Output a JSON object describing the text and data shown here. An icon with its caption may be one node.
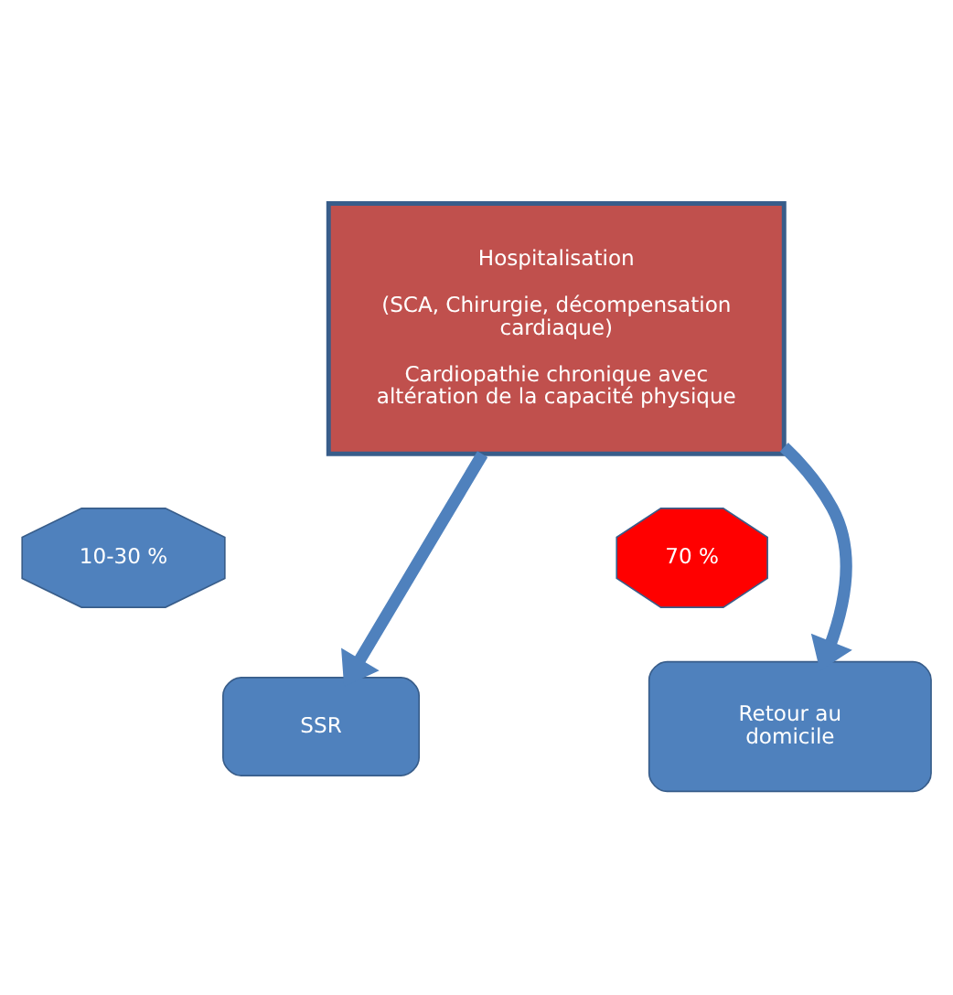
{
  "diagram": {
    "nodes": [
      {
        "text": [
          "Hospitalisation",
          "(SCA, Chirurgie, décompensation cardiaque)",
          "Cardiopathie chronique avec altération de la capacité physique"
        ]
      },
      {
        "text": [
          "10-30 %"
        ]
      },
      {
        "text": [
          "70 %"
        ]
      },
      {
        "text": [
          "SSR"
        ]
      },
      {
        "text": [
          "Retour au domicile"
        ]
      }
    ],
    "edges": [
      {
        "from": 0,
        "to": 3,
        "arrow": "to"
      },
      {
        "from": 0,
        "to": 4,
        "arrow": "to"
      }
    ]
  }
}
